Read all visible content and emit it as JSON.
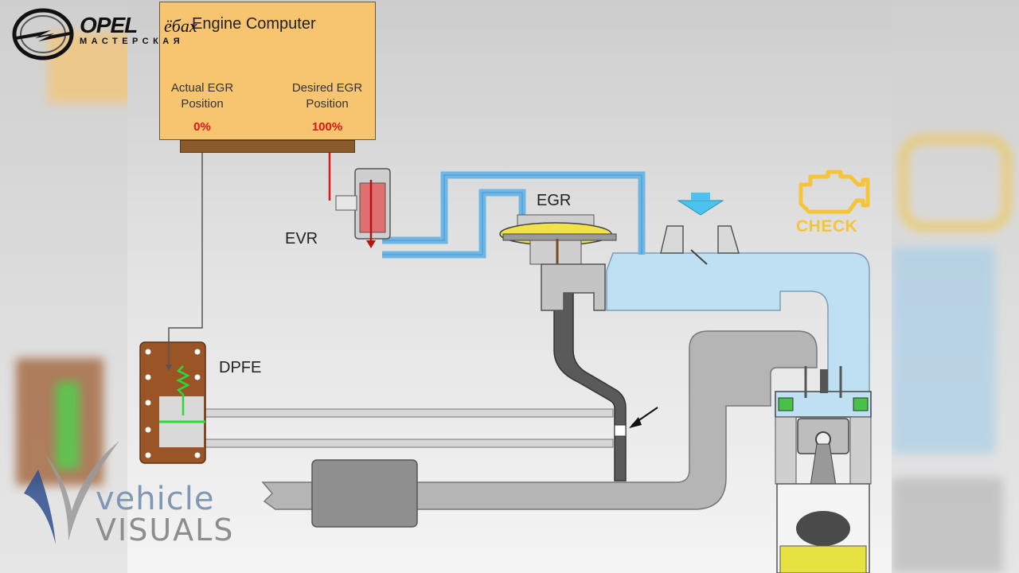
{
  "ecu": {
    "title": "Engine Computer",
    "actual_label_1": "Actual EGR",
    "actual_label_2": "Position",
    "actual_value": "0%",
    "desired_label_1": "Desired EGR",
    "desired_label_2": "Position",
    "desired_value": "100%"
  },
  "labels": {
    "evr": "EVR",
    "egr": "EGR",
    "dpfe": "DPFE",
    "check": "CHECK"
  },
  "logo": {
    "brand": "OPEL",
    "brand_script": "ёбах",
    "brand_sub": "МАСТЕРСКАЯ"
  },
  "watermark": {
    "line1": "vehicle",
    "line2": "VISUALS"
  },
  "colors": {
    "ecu_fill": "#f7c46f",
    "vacuum_line": "#6db7e6",
    "intake_air": "#bfe0f2",
    "exhaust": "#b0b0b0",
    "signal_wire": "#e01515",
    "check_light": "#f5c43a",
    "dpfe_body": "#9a5426"
  }
}
